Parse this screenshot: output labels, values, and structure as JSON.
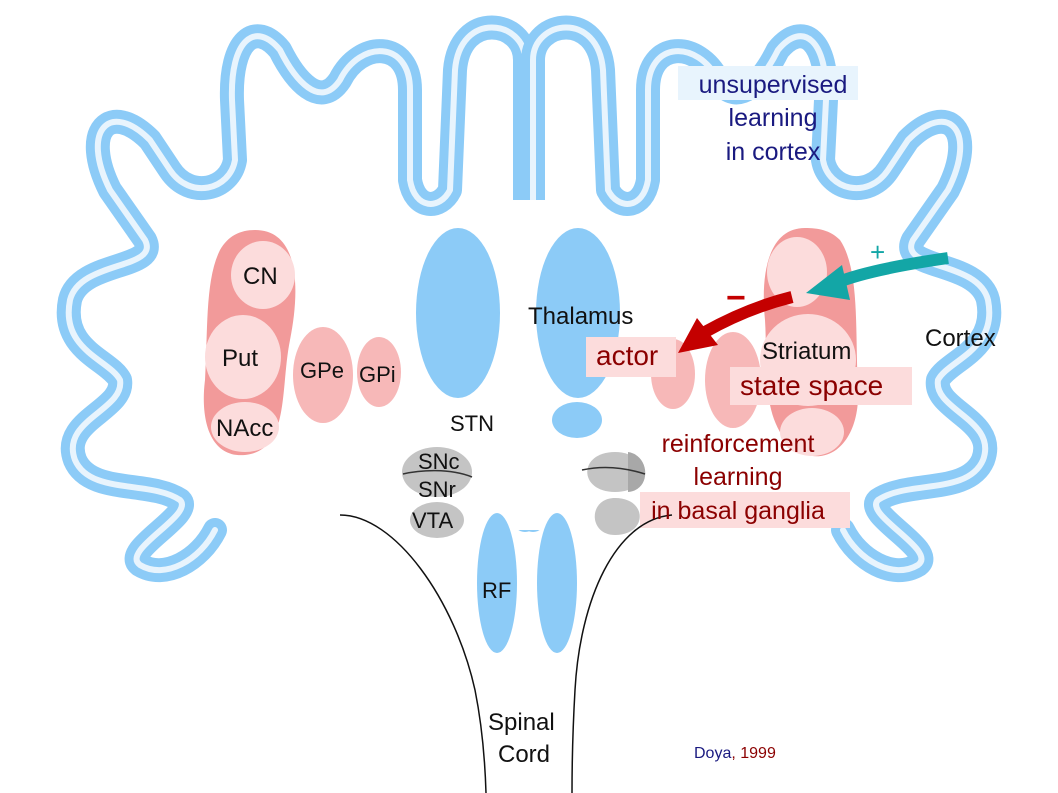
{
  "labels": {
    "cn": "CN",
    "put": "Put",
    "nacc": "NAcc",
    "gpe": "GPe",
    "gpi": "GPi",
    "thalamus": "Thalamus",
    "stn": "STN",
    "snc": "SNc",
    "snr": "SNr",
    "vta": "VTA",
    "rf": "RF",
    "spinal_line1": "Spinal",
    "spinal_line2": "Cord",
    "striatum": "Striatum",
    "cortex": "Cortex",
    "actor": "actor",
    "state_space": "state space",
    "plus": "+",
    "minus": "−"
  },
  "annotations": {
    "cortex_line1": "unsupervised",
    "cortex_line2": "learning",
    "cortex_line3": "in cortex",
    "bg_line1": "reinforcement",
    "bg_line2": "learning",
    "bg_line3": "in basal ganglia"
  },
  "citation": {
    "author": "Doya",
    "year": ", 1999"
  },
  "colors": {
    "cortex_blue": "#8ccbf7",
    "cortex_light": "#e8f4fd",
    "pink_dark": "#f29a9a",
    "pink_light": "#fcdcdc",
    "gray": "#c4c4c4",
    "gray_dark": "#a8a8a8",
    "arrow_teal": "#13a6a6",
    "arrow_red": "#c40000",
    "text_navy": "#1a1a80",
    "text_darkred": "#8b0000"
  }
}
